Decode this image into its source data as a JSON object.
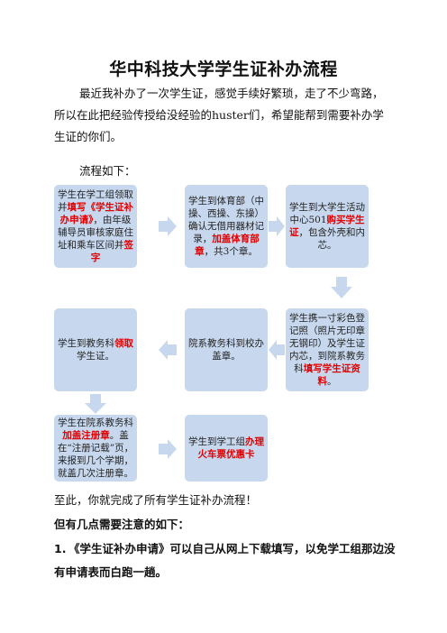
{
  "title": "华中科技大学学生证补办流程",
  "intro": "最近我补办了一次学生证，感觉手续好繁琐，走了不少弯路，所以在此把经验传授给没经验的huster们，希望能帮到需要补办学生证的你们。",
  "flow_intro": "流程如下：",
  "steps": [
    {
      "parts": [
        {
          "t": "学生在学工组领取并",
          "red": false
        },
        {
          "t": "填写《学生证补办申请》",
          "red": true
        },
        {
          "t": "，由年级辅导员审核家庭住址和乘车区间并",
          "red": false
        },
        {
          "t": "签字",
          "red": true
        }
      ]
    },
    {
      "parts": [
        {
          "t": "学生到体育部（中操、西操、东操）确认无借用器材记录，",
          "red": false
        },
        {
          "t": "加盖体育部章",
          "red": true
        },
        {
          "t": "，共3个章。",
          "red": false
        }
      ]
    },
    {
      "parts": [
        {
          "t": "学生到大学生活动中心501",
          "red": false
        },
        {
          "t": "购买学生证",
          "red": true
        },
        {
          "t": "，包含外壳和内芯。",
          "red": false
        }
      ]
    },
    {
      "parts": [
        {
          "t": "学生携一寸彩色登记照（照片无印章无钢印）及学生证内芯，到院系教务科",
          "red": false
        },
        {
          "t": "填写学生证资料",
          "red": true
        },
        {
          "t": "。",
          "red": false
        }
      ]
    },
    {
      "parts": [
        {
          "t": "院系教务科到校办盖章。",
          "red": false
        }
      ]
    },
    {
      "parts": [
        {
          "t": "学生到教务科",
          "red": false
        },
        {
          "t": "领取",
          "red": true
        },
        {
          "t": "学生证。",
          "red": false
        }
      ]
    },
    {
      "parts": [
        {
          "t": "学生在院系教务科",
          "red": false
        },
        {
          "t": "加盖注册章",
          "red": true
        },
        {
          "t": "。盖在“注册记载”页，来报到几个学期，就盖几次注册章。",
          "red": false
        }
      ]
    },
    {
      "parts": [
        {
          "t": "学生到学工组",
          "red": false
        },
        {
          "t": "办理火车票优惠卡",
          "red": true
        }
      ]
    }
  ],
  "conclusion": "至此，你就完成了所有学生证补办流程！",
  "notes_heading": "但有几点需要注意的如下：",
  "notes": [
    {
      "num": "1.",
      "text": "《学生证补办申请》可以自己从网上下载填写，以免学工组那边没有申请表而白跑一趟。"
    }
  ],
  "colors": {
    "box_fill": "#c7d8ee",
    "arrow_fill": "#c7d8ee",
    "highlight": "#e00000"
  }
}
